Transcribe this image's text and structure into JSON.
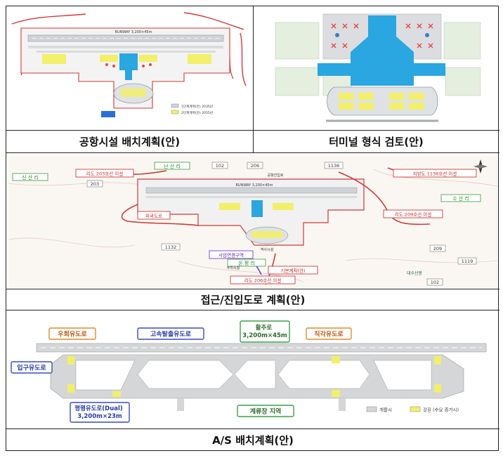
{
  "captions": {
    "facility_layout": "공항시설 배치계획(안)",
    "terminal_type": "터미널 형식 검토(안)",
    "access_road": "접근/진입도로 계획(안)",
    "airside_layout": "A/S 배치계획(안)"
  },
  "panel1": {
    "runway_label": "RUNWAY 3,200×45m",
    "legend": [
      "1단계계획(안) 2035년",
      "2단계계획(안) 2055년"
    ]
  },
  "panel3": {
    "runway_label": "RUNWAY 3,200×45m",
    "roads": {
      "r203": "리도 203호선 이설",
      "r1136": "지방도 1136호선 이설",
      "r209": "리도 209호선 이설",
      "outer": "외곽도로",
      "access": "사업연결구역",
      "basic": "기본계획(안)",
      "r206": "리도 206호선 이설"
    },
    "villages": {
      "sinsan": "신 산 리",
      "nansan": "난 산 리",
      "susan": "수 산 리",
      "onpyeong": "온 평 리"
    },
    "route_markers": [
      "1132",
      "1136",
      "1119",
      "203",
      "206",
      "209",
      "102",
      "102"
    ],
    "small_labels": [
      "대수산봉",
      "역사시설",
      "주차시설",
      "공항진입로"
    ]
  },
  "panel4": {
    "main_runway": "활주로\n3,200m×45m",
    "return_taxiway": "우회유도로",
    "rapid_exit": "고속탈출유도로",
    "right_angle": "직각유도로",
    "entrance": "입구유도로",
    "parallel": "평행유도로(Dual)\n3,200m×23m",
    "apron": "계류장 지역",
    "legend_pavement": "개활시",
    "legend_shoulder": "갓길 (수요 증가시)"
  },
  "colors": {
    "taxiway_gray": "#d4d6d8",
    "shoulder_yellow": "#f2ef6a",
    "terminal_blue": "#2aa6e0",
    "road_red": "#d23a3a",
    "grass_green": "#e9f2e1"
  }
}
